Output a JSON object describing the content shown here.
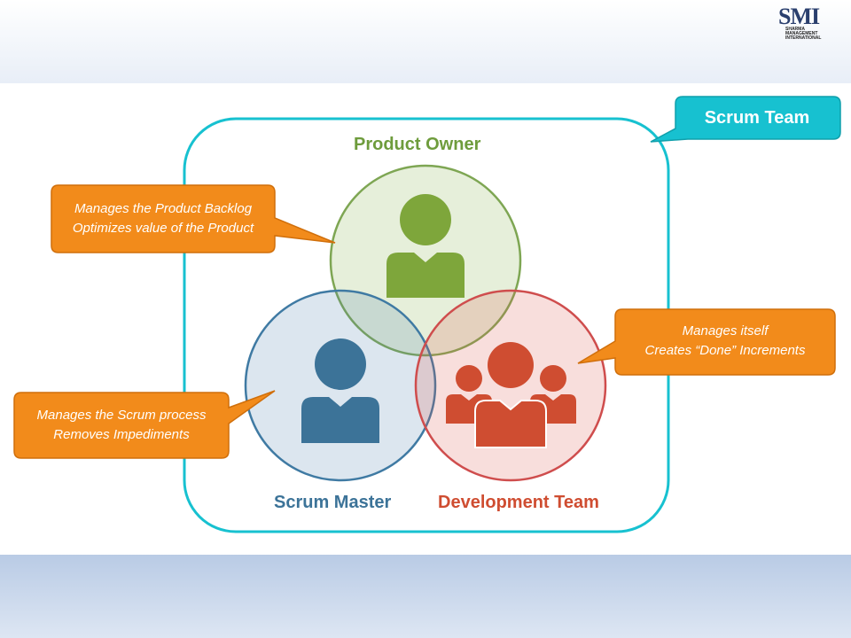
{
  "logo": {
    "text": "SMI",
    "subtitle_lines": [
      "SHARMA",
      "MANAGEMENT",
      "INTERNATIONAL"
    ]
  },
  "scrum_team": {
    "label": "Scrum Team",
    "color": "#17c1d0"
  },
  "roles": {
    "product_owner": {
      "label": "Product Owner",
      "color": "#6e9c3c",
      "icon": "person-icon"
    },
    "scrum_master": {
      "label": "Scrum Master",
      "color": "#3c7398",
      "icon": "person-icon"
    },
    "development_team": {
      "label": "Development Team",
      "color": "#cf4d31",
      "icon": "group-icon"
    }
  },
  "callouts": {
    "product_owner": {
      "line1": "Manages the Product Backlog",
      "line2": "Optimizes value of the Product"
    },
    "development_team": {
      "line1": "Manages itself",
      "line2": "Creates “Done” Increments"
    },
    "scrum_master": {
      "line1": "Manages the Scrum process",
      "line2": "Removes Impediments"
    }
  },
  "callout_color": "#f28b1b"
}
